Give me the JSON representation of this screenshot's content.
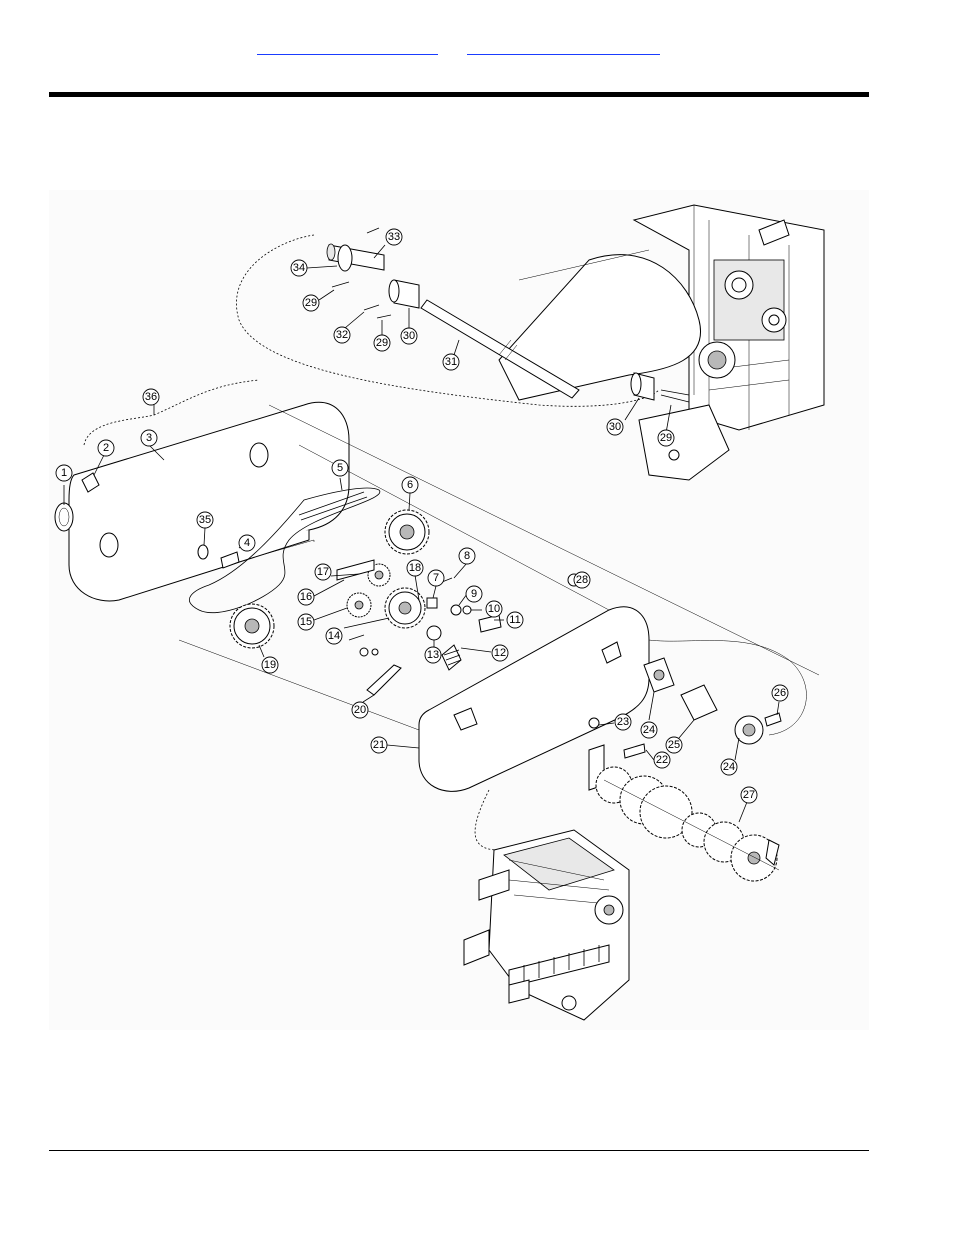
{
  "nav": {
    "link_left": "",
    "link_right": ""
  },
  "callouts": [
    "1",
    "2",
    "3",
    "4",
    "5",
    "6",
    "7",
    "8",
    "9",
    "10",
    "11",
    "12",
    "13",
    "14",
    "15",
    "16",
    "17",
    "18",
    "19",
    "20",
    "21",
    "22",
    "23",
    "24",
    "25",
    "26",
    "27",
    "28",
    "29",
    "30",
    "31",
    "32",
    "33",
    "34",
    "35",
    "36"
  ]
}
